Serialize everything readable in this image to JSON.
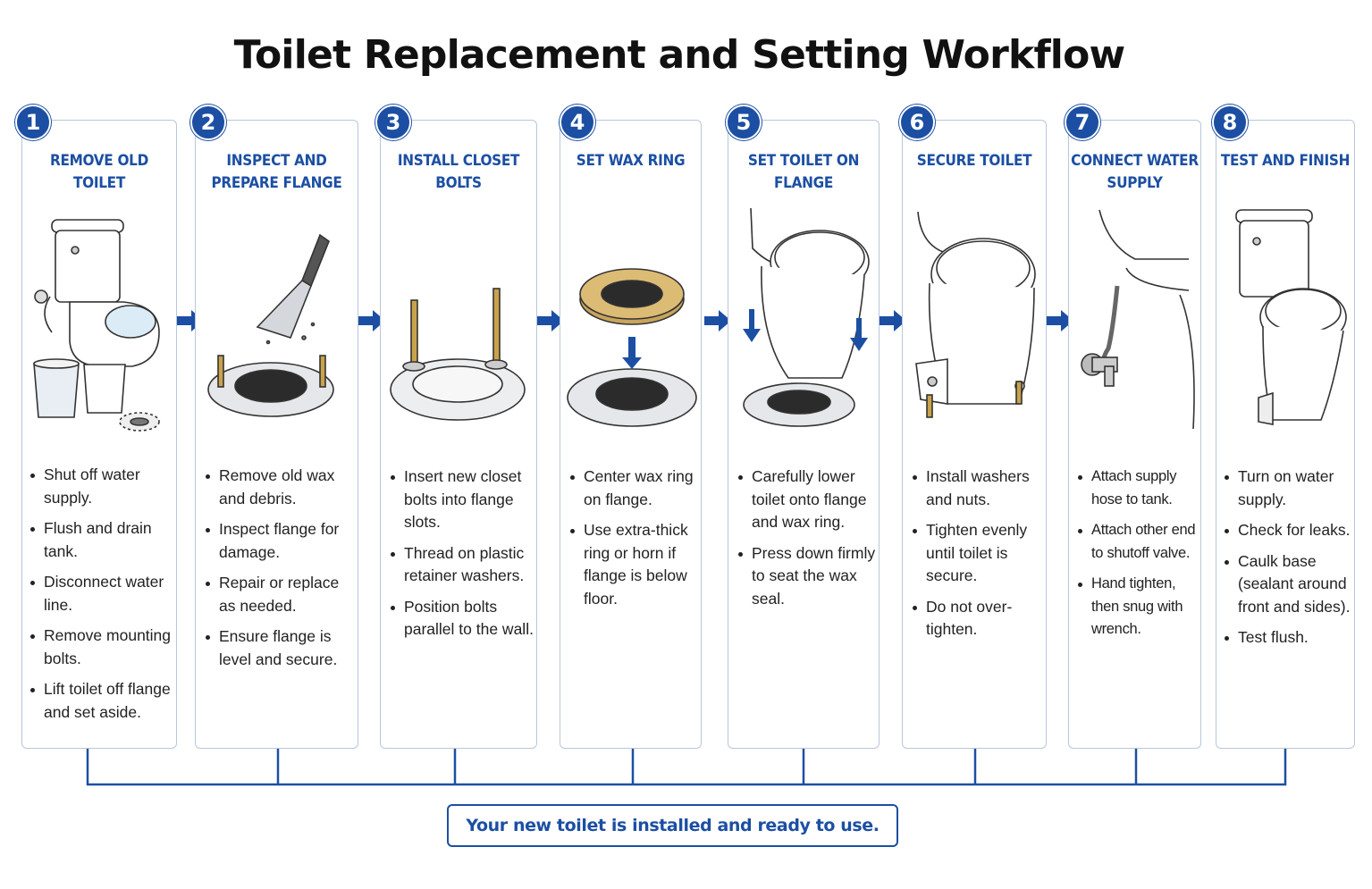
{
  "title": "Toilet Replacement and Setting Workflow",
  "accent_color": "#1c4fa3",
  "steps": [
    {
      "number": "1",
      "title_lines": [
        "REMOVE OLD",
        "TOILET"
      ],
      "icon": "toilet-with-bucket-icon",
      "bullets": [
        "Shut off water supply.",
        "Flush and drain tank.",
        "Disconnect water line.",
        "Remove mounting bolts.",
        "Lift toilet off flange and set aside."
      ]
    },
    {
      "number": "2",
      "title_lines": [
        "INSPECT AND",
        "PREPARE FLANGE"
      ],
      "icon": "putty-knife-flange-icon",
      "bullets": [
        "Remove old wax and debris.",
        "Inspect flange for damage.",
        "Repair or replace as needed.",
        "Ensure flange is level and secure."
      ]
    },
    {
      "number": "3",
      "title_lines": [
        "INSTALL CLOSET",
        "BOLTS"
      ],
      "icon": "closet-bolts-flange-icon",
      "bullets": [
        "Insert new closet bolts into flange slots.",
        "Thread on plastic retainer washers.",
        "Position bolts parallel to the wall."
      ]
    },
    {
      "number": "4",
      "title_lines": [
        "SET WAX RING"
      ],
      "icon": "wax-ring-icon",
      "bullets": [
        "Center wax ring on flange.",
        "Use extra-thick ring or horn if flange is below floor."
      ]
    },
    {
      "number": "5",
      "title_lines": [
        "SET TOILET ON",
        "FLANGE"
      ],
      "icon": "lower-toilet-icon",
      "bullets": [
        "Carefully lower toilet onto flange and wax ring.",
        "Press down firmly to seat the wax seal."
      ]
    },
    {
      "number": "6",
      "title_lines": [
        "SECURE TOILET"
      ],
      "icon": "bolted-toilet-icon",
      "bullets": [
        "Install washers and nuts.",
        "Tighten evenly until toilet is secure.",
        "Do not over-tighten."
      ]
    },
    {
      "number": "7",
      "title_lines": [
        "CONNECT WATER",
        "SUPPLY"
      ],
      "icon": "supply-hose-valve-icon",
      "bullets": [
        "Attach supply hose to tank.",
        "Attach other end to shutoff valve.",
        "Hand tighten, then snug with wrench."
      ]
    },
    {
      "number": "8",
      "title_lines": [
        "TEST AND FINISH"
      ],
      "icon": "finished-toilet-icon",
      "bullets": [
        "Turn on water supply.",
        "Check for leaks.",
        "Caulk base (sealant around front and sides).",
        "Test flush."
      ]
    }
  ],
  "footer": "Your new toilet is installed and ready to use."
}
